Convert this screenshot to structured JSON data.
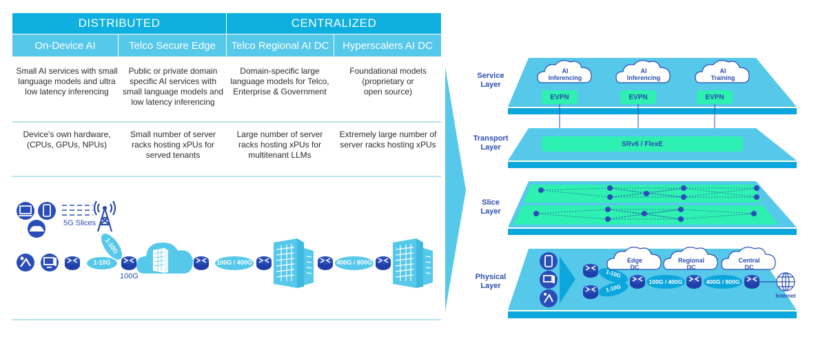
{
  "table": {
    "groups": [
      {
        "label": "DISTRIBUTED"
      },
      {
        "label": "CENTRALIZED"
      }
    ],
    "columns": [
      {
        "label": "On-Device AI"
      },
      {
        "label": "Telco Secure Edge"
      },
      {
        "label": "Telco Regional AI DC"
      },
      {
        "label": "Hyperscalers AI DC"
      }
    ],
    "row_services": [
      {
        "l1": "Small AI services with small",
        "l2": "language models and ultra",
        "l3": "low latency inferencing",
        "l4": ""
      },
      {
        "l1": "Public or private domain",
        "l2": "specific AI services with",
        "l3": "small language models and",
        "l4": "low latency inferencing"
      },
      {
        "l1": "Domain-specific large",
        "l2": "language models for Telco,",
        "l3": "Enterprise & Government",
        "l4": ""
      },
      {
        "l1": "Foundational models",
        "l2": "(proprietary or",
        "l3": "open source)",
        "l4": ""
      }
    ],
    "row_hardware": [
      {
        "l1": "Device's own hardware,",
        "l2": "(CPUs, GPUs, NPUs)",
        "l3": ""
      },
      {
        "l1": "Small number of server",
        "l2": "racks hosting xPUs for",
        "l3": "served tenants"
      },
      {
        "l1": "Large number of server",
        "l2": "racks hosting xPUs for",
        "l3": "multitenant LLMs"
      },
      {
        "l1": "Extremely large number of",
        "l2": "server racks hosting xPUs",
        "l3": ""
      }
    ]
  },
  "left_topology": {
    "slices_label": "5G Slices",
    "link_1_10g_a": "1-10G",
    "link_1_10g_b": "1-10G",
    "link_100g": "100G",
    "link_100_400": "100G / 400G",
    "link_400_800": "400G / 800G"
  },
  "layers": {
    "service": {
      "label_l1": "Service",
      "label_l2": "Layer",
      "clouds": [
        {
          "l1": "AI",
          "l2": "Inferencing"
        },
        {
          "l1": "AI",
          "l2": "Inferencing"
        },
        {
          "l1": "AI",
          "l2": "Training"
        }
      ],
      "evpn": [
        "EVPN",
        "EVPN",
        "EVPN"
      ]
    },
    "transport": {
      "label_l1": "Transport",
      "label_l2": "Layer",
      "bar": "SRv6 / FlexE"
    },
    "slice": {
      "label_l1": "Slice",
      "label_l2": "Layer"
    },
    "physical": {
      "label_l1": "Physical",
      "label_l2": "Layer",
      "clouds": [
        {
          "l1": "Edge",
          "l2": "DC"
        },
        {
          "l1": "Regional",
          "l2": "DC"
        },
        {
          "l1": "Central",
          "l2": "DC"
        }
      ],
      "link_a": "1-10G",
      "link_b": "1-10G",
      "link_c": "100G / 400G",
      "link_d": "400G / 800G",
      "internet": "Internet"
    }
  },
  "colors": {
    "header_dark": "#0fb0e0",
    "header_light": "#56c8ea",
    "layer_face": "#56c8ea",
    "layer_edge": "#0aa6dc",
    "green": "#2ef0b0",
    "navy": "#2a4db0"
  }
}
